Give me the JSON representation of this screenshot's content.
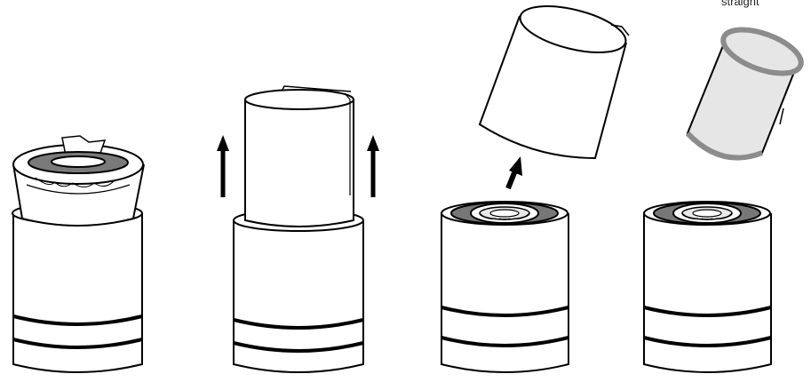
{
  "diagram": {
    "caption": "straight",
    "steps": [
      {
        "id": "step-1",
        "description": ""
      },
      {
        "id": "step-2",
        "description": ""
      },
      {
        "id": "step-3",
        "description": ""
      },
      {
        "id": "step-4",
        "description": ""
      }
    ]
  },
  "colors": {
    "outline": "#000000",
    "body_fill": "#ffffff",
    "gasket_fill": "#e6e6e6",
    "gasket_rim": "#888888",
    "ring_gray": "#9a9a9a"
  }
}
